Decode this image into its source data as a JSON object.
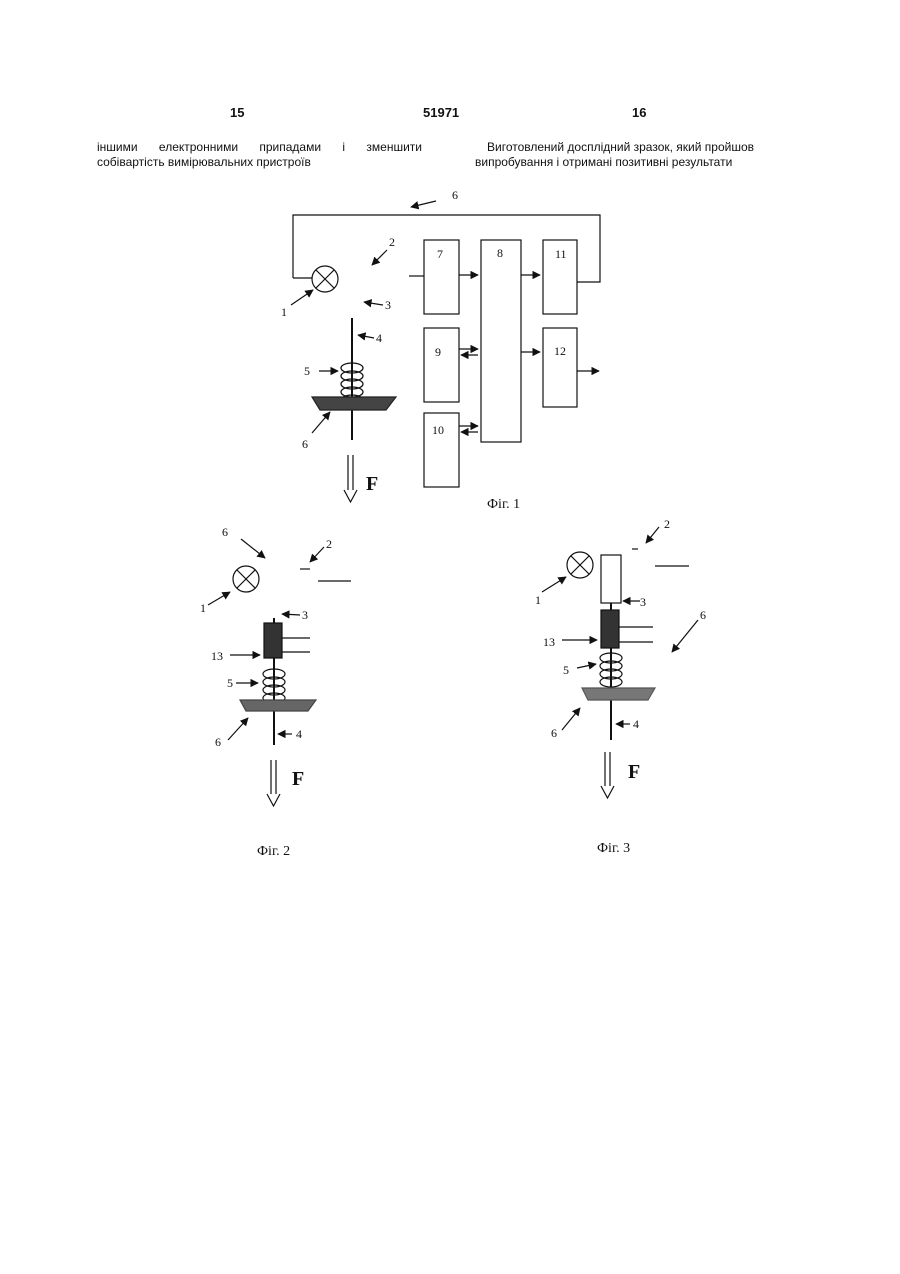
{
  "header": {
    "page_left": "15",
    "patent_number": "51971",
    "page_right": "16"
  },
  "column_left": {
    "line1": "іншими електронними припадами і зменшити",
    "line2": "собівартість вимірювальних пристроїв"
  },
  "column_right": {
    "line1": "Виготовлений досплідний зразок, який пройшов",
    "line2": "випробування і отримані позитивні результати"
  },
  "figures": {
    "fig1": {
      "caption": "Фіг. 1",
      "labels": {
        "n1": "1",
        "n2": "2",
        "n3": "3",
        "n4": "4",
        "n5": "5",
        "n6a": "6",
        "n6b": "6",
        "n7": "7",
        "n8": "8",
        "n9": "9",
        "n10": "10",
        "n11": "11",
        "n12": "12",
        "force": "F"
      }
    },
    "fig2": {
      "caption": "Фіг. 2",
      "labels": {
        "n1": "1",
        "n2": "2",
        "n3": "3",
        "n4": "4",
        "n5": "5",
        "n6a": "6",
        "n6b": "6",
        "n13": "13",
        "force": "F"
      }
    },
    "fig3": {
      "caption": "Фіг. 3",
      "labels": {
        "n1": "1",
        "n2": "2",
        "n3": "3",
        "n4": "4",
        "n5": "5",
        "n6a": "6",
        "n6b": "6",
        "n13": "13",
        "force": "F"
      }
    }
  }
}
